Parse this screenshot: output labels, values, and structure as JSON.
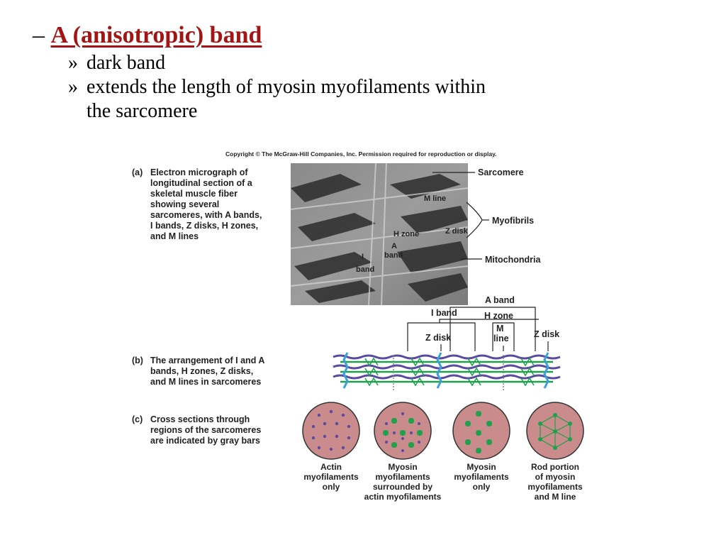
{
  "slide": {
    "heading": {
      "dash": "–",
      "title": "A (anisotropic) band"
    },
    "bullets": [
      {
        "marker": "»",
        "text": "dark band"
      },
      {
        "marker": "»",
        "text": "extends the length of myosin myofilaments within",
        "continuation": "the sarcomere"
      }
    ]
  },
  "figure": {
    "copyright": "Copyright © The McGraw-Hill Companies, Inc. Permission required for reproduction or display.",
    "panel_a": {
      "label": "(a)",
      "caption_lines": [
        "Electron micrograph of",
        "longitudinal section of a",
        "skeletal muscle fiber",
        "showing several",
        "sarcomeres, with A bands,",
        "I bands, Z disks, H zones,",
        "and M lines"
      ],
      "inner_labels": {
        "m_line": "M line",
        "h_zone": "H zone",
        "z_disk": "Z disk",
        "a_band": "A",
        "a_band2": "band",
        "i_band": "I",
        "i_band2": "band"
      },
      "callouts": {
        "sarcomere": "Sarcomere",
        "myofibrils": "Myofibrils",
        "mitochondria": "Mitochondria"
      }
    },
    "panel_b": {
      "label": "(b)",
      "caption_lines": [
        "The arrangement of I and A",
        "bands, H zones, Z disks,",
        "and M lines in sarcomeres"
      ],
      "labels": {
        "a_band": "A band",
        "i_band": "I band",
        "h_zone": "H zone",
        "z_disk_left": "Z disk",
        "m_line_1": "M",
        "m_line_2": "line",
        "z_disk_right": "Z disk"
      }
    },
    "panel_c": {
      "label": "(c)",
      "caption_lines": [
        "Cross sections through",
        "regions of the sarcomeres",
        "are indicated by gray bars"
      ],
      "circles": [
        {
          "lines": [
            "Actin",
            "myofilaments",
            "only"
          ]
        },
        {
          "lines": [
            "Myosin",
            "myofilaments",
            "surrounded by",
            "actin myofilaments"
          ]
        },
        {
          "lines": [
            "Myosin",
            "myofilaments",
            "only"
          ]
        },
        {
          "lines": [
            "Rod portion",
            "of myosin",
            "myofilaments",
            "and M line"
          ]
        }
      ]
    },
    "colors": {
      "circle_fill": "#c98b8b",
      "actin": "#5a4aa0",
      "myosin": "#1fa04a",
      "z_disk": "#3aa0d8",
      "heading_red": "#a31515"
    }
  }
}
